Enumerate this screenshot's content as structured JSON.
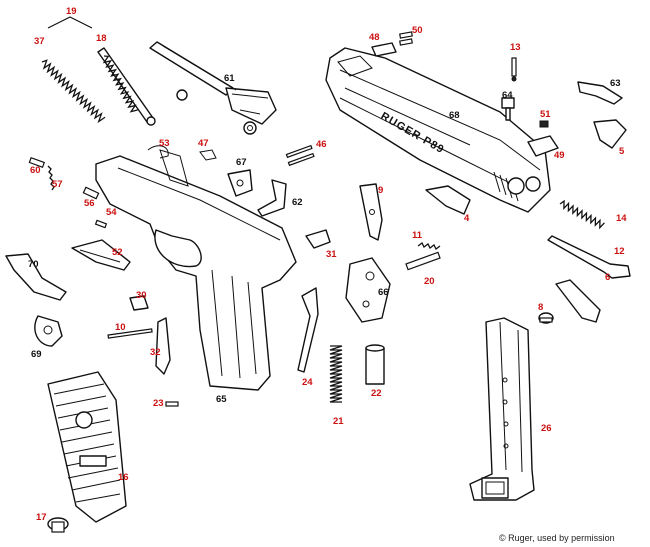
{
  "colors": {
    "red_label": "#cc1111",
    "black_label": "#111111",
    "line": "#111111"
  },
  "slide_text": "RUGER P89",
  "credit": "© Ruger, used by permission",
  "parts": [
    {
      "id": "19",
      "color": "red"
    },
    {
      "id": "37",
      "color": "red"
    },
    {
      "id": "18",
      "color": "red"
    },
    {
      "id": "61",
      "color": "black"
    },
    {
      "id": "48",
      "color": "red"
    },
    {
      "id": "50",
      "color": "red"
    },
    {
      "id": "13",
      "color": "red"
    },
    {
      "id": "63",
      "color": "black"
    },
    {
      "id": "64",
      "color": "black"
    },
    {
      "id": "68",
      "color": "black"
    },
    {
      "id": "51",
      "color": "red"
    },
    {
      "id": "49",
      "color": "red"
    },
    {
      "id": "5",
      "color": "red"
    },
    {
      "id": "53",
      "color": "red"
    },
    {
      "id": "47",
      "color": "red"
    },
    {
      "id": "46",
      "color": "red"
    },
    {
      "id": "67",
      "color": "black"
    },
    {
      "id": "60",
      "color": "red"
    },
    {
      "id": "57",
      "color": "red"
    },
    {
      "id": "9",
      "color": "red"
    },
    {
      "id": "56",
      "color": "red"
    },
    {
      "id": "62",
      "color": "black"
    },
    {
      "id": "4",
      "color": "red"
    },
    {
      "id": "14",
      "color": "red"
    },
    {
      "id": "54",
      "color": "red"
    },
    {
      "id": "52",
      "color": "red"
    },
    {
      "id": "11",
      "color": "red"
    },
    {
      "id": "12",
      "color": "red"
    },
    {
      "id": "31",
      "color": "red"
    },
    {
      "id": "70",
      "color": "black"
    },
    {
      "id": "20",
      "color": "red"
    },
    {
      "id": "66",
      "color": "black"
    },
    {
      "id": "6",
      "color": "red"
    },
    {
      "id": "30",
      "color": "red"
    },
    {
      "id": "8",
      "color": "red"
    },
    {
      "id": "10",
      "color": "red"
    },
    {
      "id": "69",
      "color": "black"
    },
    {
      "id": "32",
      "color": "red"
    },
    {
      "id": "24",
      "color": "red"
    },
    {
      "id": "22",
      "color": "red"
    },
    {
      "id": "23",
      "color": "red"
    },
    {
      "id": "65",
      "color": "black"
    },
    {
      "id": "21",
      "color": "red"
    },
    {
      "id": "26",
      "color": "red"
    },
    {
      "id": "16",
      "color": "red"
    },
    {
      "id": "17",
      "color": "red"
    }
  ]
}
